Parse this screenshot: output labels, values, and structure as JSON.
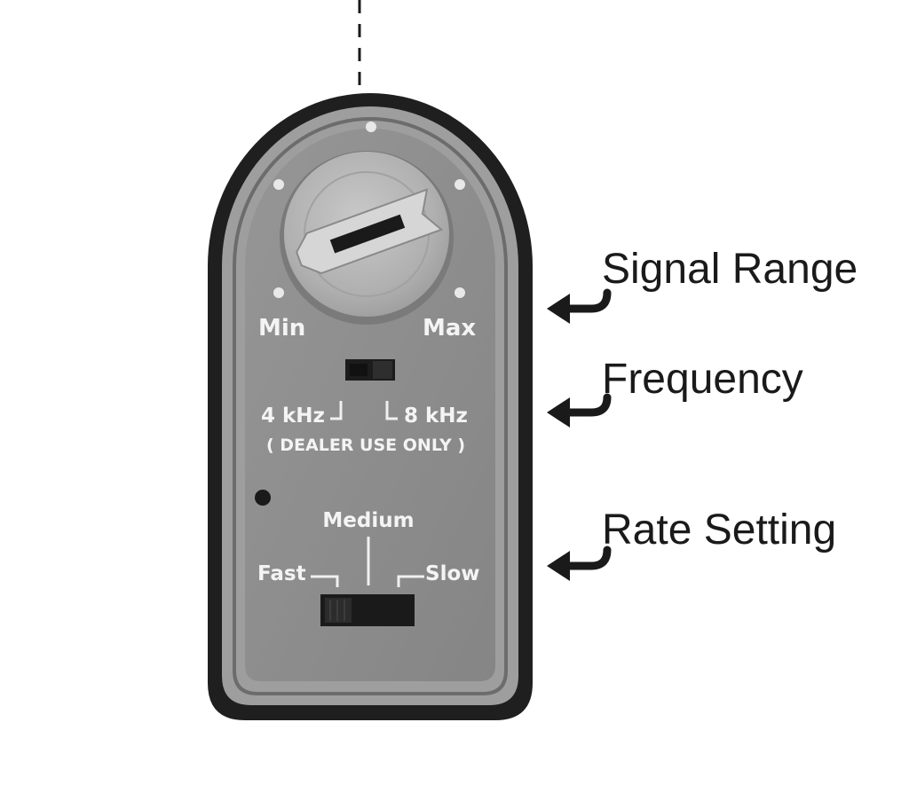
{
  "device": {
    "dial": {
      "min_label": "Min",
      "max_label": "Max"
    },
    "frequency_switch": {
      "left_label": "4 kHz",
      "right_label": "8 kHz",
      "note": "( DEALER USE ONLY )"
    },
    "rate_switch": {
      "medium_label": "Medium",
      "fast_label": "Fast",
      "slow_label": "Slow"
    }
  },
  "callouts": {
    "signal_range": "Signal Range",
    "frequency": "Frequency",
    "rate_setting": "Rate Setting"
  },
  "colors": {
    "housing": "#1f1f1f",
    "rim": "#9a9a9a",
    "panel": "#8c8c8c",
    "dial": "#b4b4b4",
    "pointer": "#d0d0d0",
    "arrow": "#1a1a1a"
  }
}
